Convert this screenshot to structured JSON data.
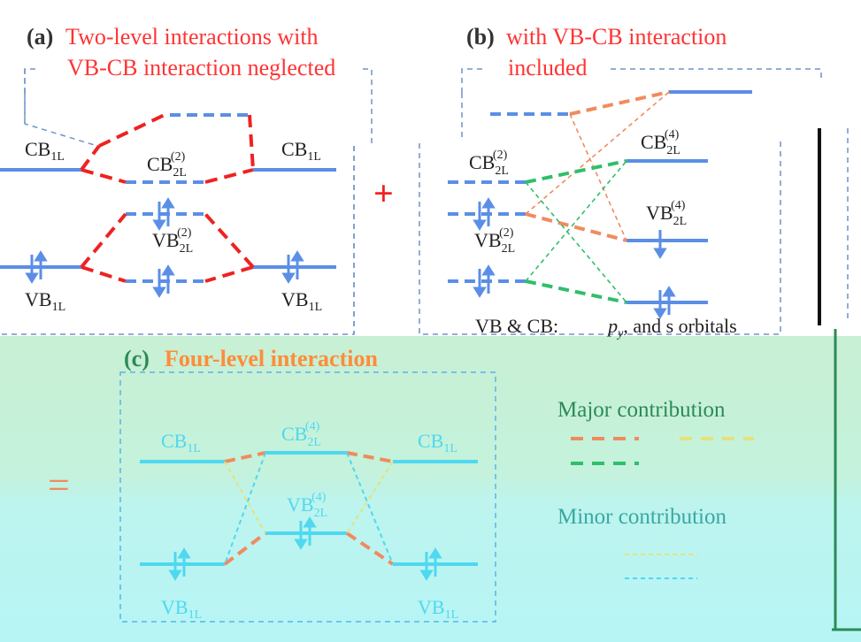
{
  "panel_a": {
    "tag": "(a)",
    "title_line1": "Two-level interactions with",
    "title_line2": "VB-CB interaction neglected",
    "cb_left": "CB",
    "cb_left_sub": "1L",
    "cb_right": "CB",
    "cb_right_sub": "1L",
    "vb_left": "VB",
    "vb_left_sub": "1L",
    "vb_right": "VB",
    "vb_right_sub": "1L",
    "cb_center": "CB",
    "cb_center_sub": "2L",
    "cb_center_sup": "(2)",
    "vb_center": "VB",
    "vb_center_sub": "2L",
    "vb_center_sup": "(2)"
  },
  "panel_b": {
    "tag": "(b)",
    "title_line1": "with VB-CB interaction",
    "title_line2": "included",
    "cb_left": "CB",
    "cb_left_sub": "2L",
    "cb_left_sup": "(2)",
    "vb_left": "VB",
    "vb_left_sub": "2L",
    "vb_left_sup": "(2)",
    "cb_right": "CB",
    "cb_right_sub": "2L",
    "cb_right_sup": "(4)",
    "vb_right": "VB",
    "vb_right_sub": "2L",
    "vb_right_sup": "(4)",
    "orbitals_note": "VB & CB:",
    "orbitals_py": "p",
    "orbitals_py_sub": "y",
    "orbitals_rest": ", and s orbitals"
  },
  "panel_c": {
    "tag": "(c)",
    "title": "Four-level interaction",
    "cb_left": "CB",
    "cb_left_sub": "1L",
    "cb_right": "CB",
    "cb_right_sub": "1L",
    "vb_left": "VB",
    "vb_left_sub": "1L",
    "vb_right": "VB",
    "vb_right_sub": "1L",
    "cb_center": "CB",
    "cb_center_sub": "2L",
    "cb_center_sup": "(4)",
    "vb_center": "VB",
    "vb_center_sub": "2L",
    "vb_center_sup": "(4)"
  },
  "operators": {
    "plus": "+",
    "equals": "="
  },
  "legend": {
    "major": "Major contribution",
    "minor": "Minor contribution"
  },
  "colors": {
    "level_blue": "#5b8ee6",
    "red_dash": "#ee2222",
    "title_red": "#ff3333",
    "orange_dash": "#f08b5e",
    "green_dash": "#2fbf6a",
    "yellow_dash": "#e8e07a",
    "cyan_level": "#4fd8f0",
    "box_blue": "#6f94c8",
    "green_band": "#c6f0d6",
    "cyan_band": "#bff4f2",
    "orange_title": "#ff8c3a",
    "frame_green": "#2c8a57"
  }
}
